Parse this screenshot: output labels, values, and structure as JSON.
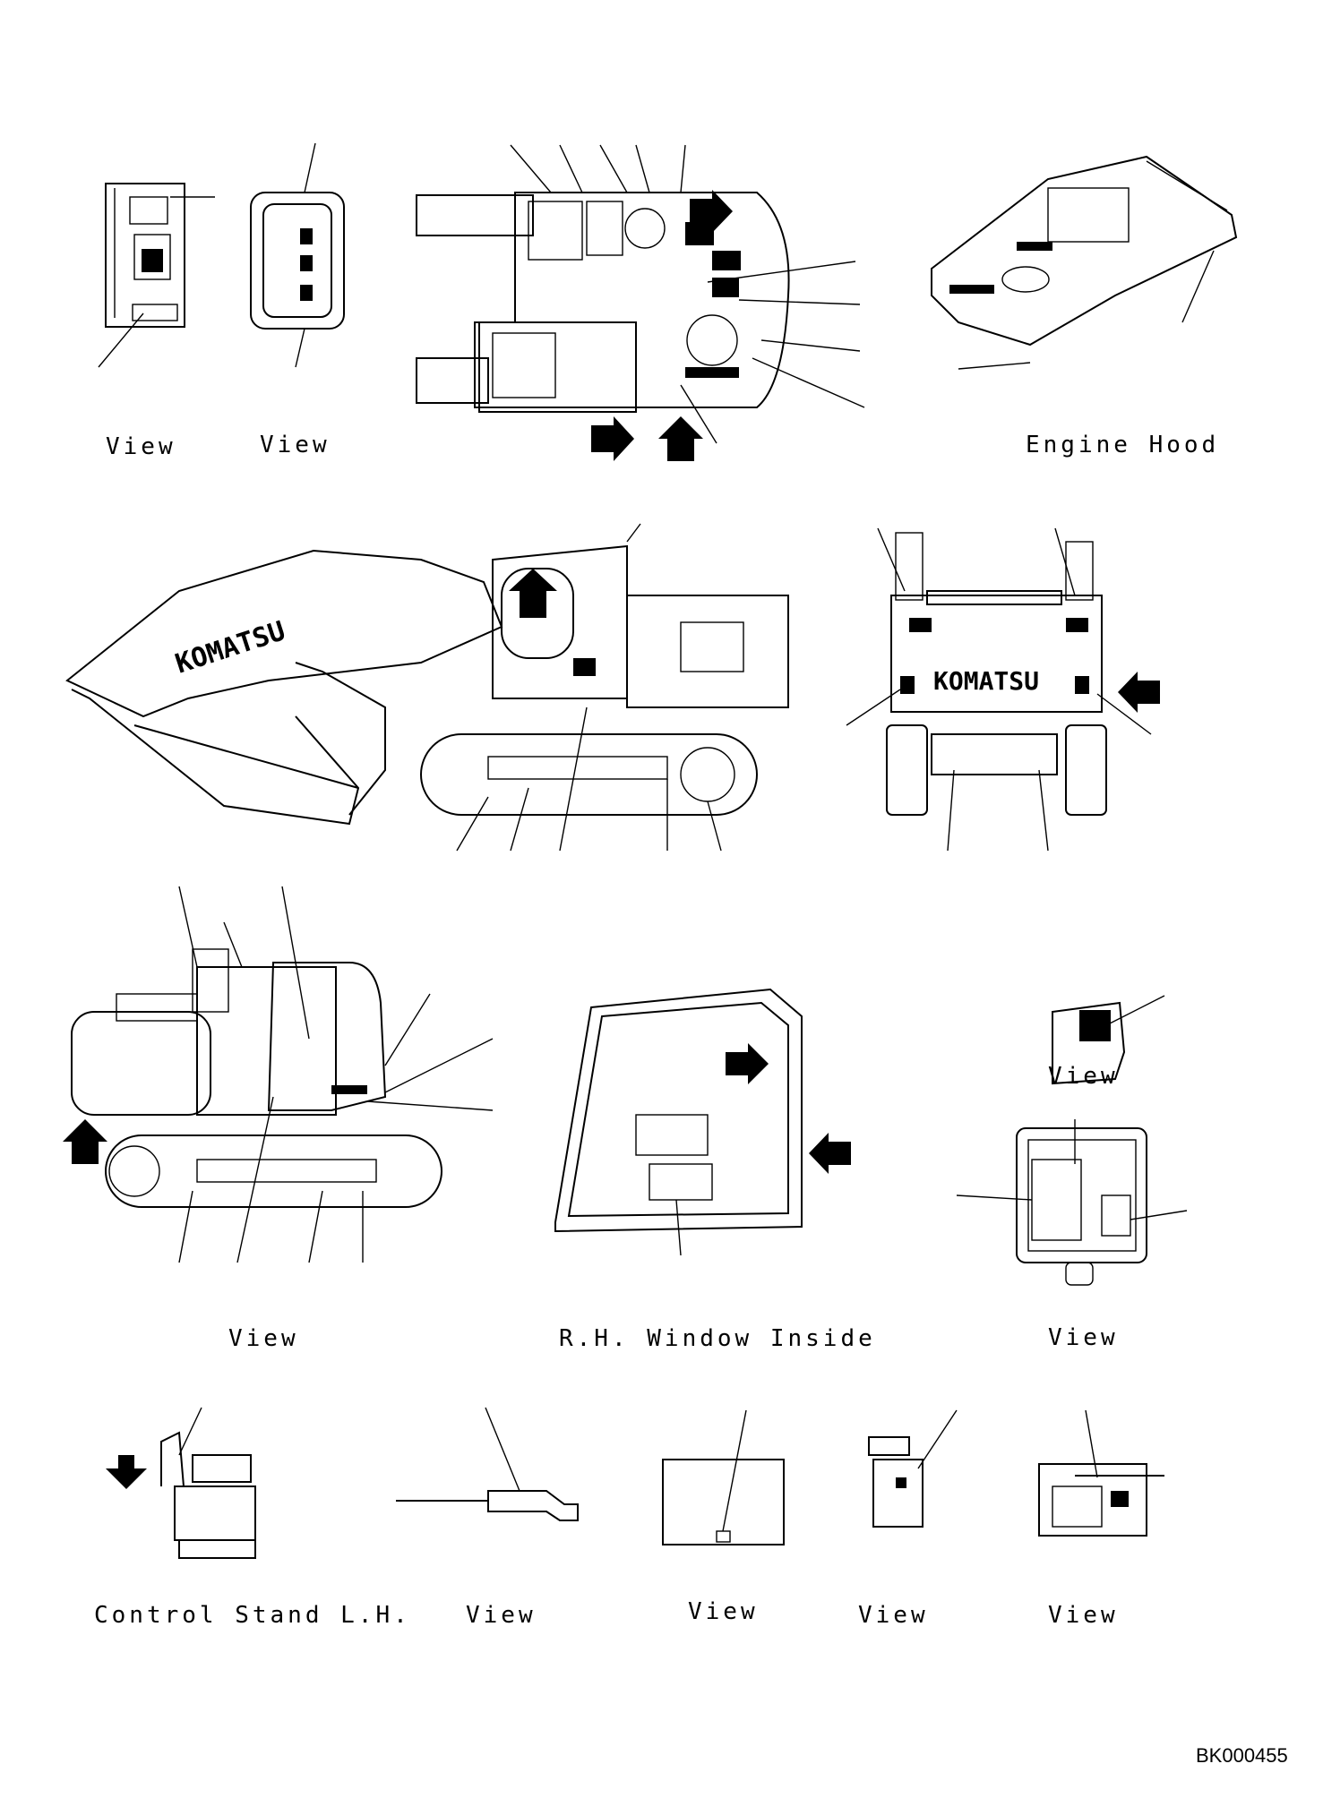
{
  "labels": {
    "view_1": "View",
    "view_2": "View",
    "engine_hood": "Engine Hood",
    "view_3": "View",
    "view_4": "View",
    "rh_window_inside": "R.H. Window Inside",
    "view_5": "View",
    "control_stand_lh": "Control Stand L.H.",
    "view_6": "View",
    "view_7": "View",
    "view_8": "View",
    "view_9": "View"
  },
  "brand": {
    "side": "KOMATSU",
    "rear": "KOMATSU"
  },
  "footer": {
    "drawing_code": "BK000455"
  }
}
